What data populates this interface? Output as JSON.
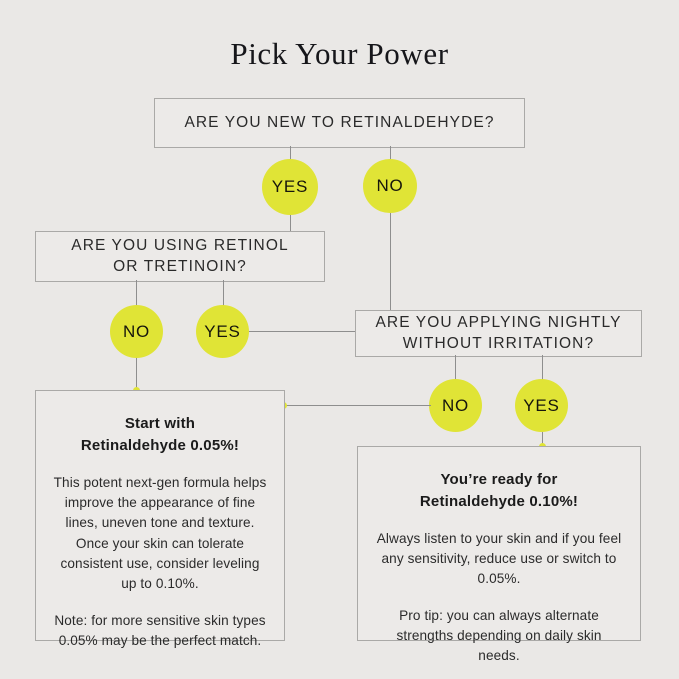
{
  "page": {
    "title": "Pick Your Power",
    "background_color": "#eae8e6",
    "accent_color": "#e0e436",
    "border_color": "#aaa9a7",
    "line_color": "#8e8e8e"
  },
  "questions": {
    "q1": "ARE YOU NEW TO RETINALDEHYDE?",
    "q2_line1": "ARE YOU USING RETINOL",
    "q2_line2": "OR TRETINOIN?",
    "q3_line1": "ARE YOU APPLYING NIGHTLY",
    "q3_line2": "WITHOUT IRRITATION?"
  },
  "answers": {
    "q1_yes": "YES",
    "q1_no": "NO",
    "q2_no": "NO",
    "q2_yes": "YES",
    "q3_no": "NO",
    "q3_yes": "YES"
  },
  "results": {
    "left": {
      "head_line1": "Start with",
      "head_line2": "Retinaldehyde 0.05%!",
      "body1": "This potent next-gen formula helps improve the appearance of fine lines, uneven tone and texture. Once your skin can tolerate consistent use, consider leveling up to 0.10%.",
      "body2": "Note: for more sensitive skin types 0.05% may be the perfect match."
    },
    "right": {
      "head_line1": "You’re ready for",
      "head_line2": "Retinaldehyde 0.10%!",
      "body1": "Always listen to your skin and if you feel any sensitivity, reduce use or switch to 0.05%.",
      "body2": "Pro tip: you can always alternate strengths depending on daily skin needs."
    }
  }
}
